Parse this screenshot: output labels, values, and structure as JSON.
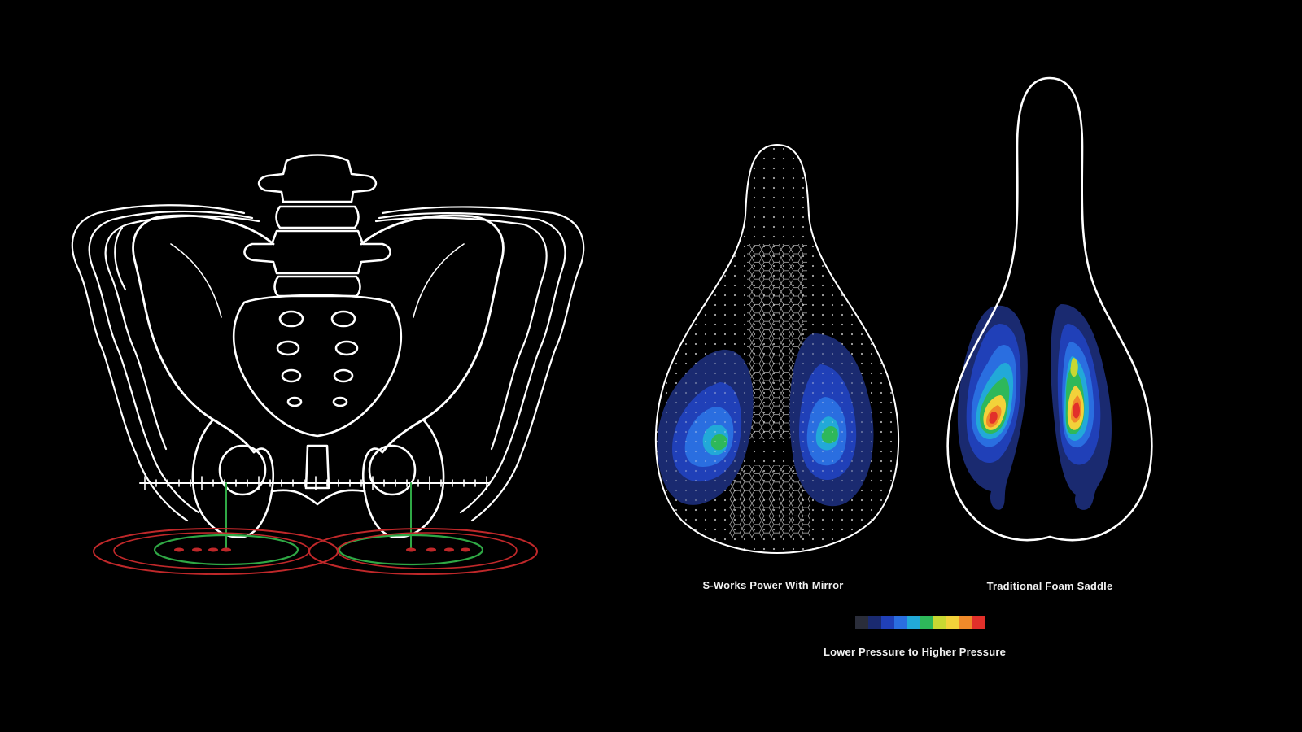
{
  "captions": {
    "mirror_saddle": "S-Works Power With Mirror",
    "foam_saddle": "Traditional Foam Saddle"
  },
  "legend": {
    "label": "Lower Pressure to Higher Pressure",
    "colors": [
      "#2a2d3a",
      "#1a2a70",
      "#2040b8",
      "#2a6ee0",
      "#22a9d8",
      "#2eb85a",
      "#c8d832",
      "#f2d23a",
      "#f08a2a",
      "#e2302a"
    ]
  },
  "colors": {
    "background": "#000000",
    "outline": "#ffffff",
    "sit_bone_ring_inner": "#2fa845",
    "sit_bone_ring_outer": "#c0282a"
  },
  "icons": {
    "pelvis": "pelvis-illustration",
    "mirror_saddle": "saddle-mirror-illustration",
    "foam_saddle": "saddle-foam-illustration"
  }
}
